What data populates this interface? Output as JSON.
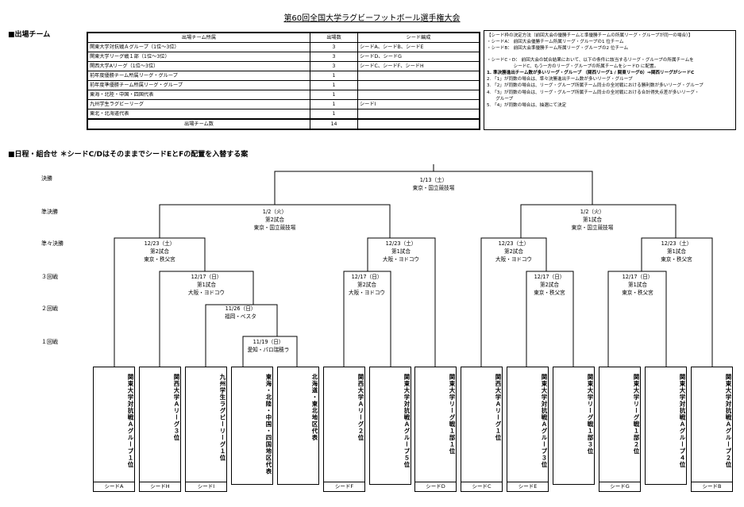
{
  "title": "第60回全国大学ラグビーフットボール選手権大会",
  "teams_section": {
    "heading": "■出場チーム",
    "headers": [
      "出場チーム所属",
      "出場数",
      "シード編成"
    ],
    "rows": [
      {
        "name": "関東大学対抗戦Ａグループ（1位～3位）",
        "count": "3",
        "seeds": "シードA、シードB、シードE"
      },
      {
        "name": "関東大学リーグ戦１部（1位～3位）",
        "count": "3",
        "seeds": "シードD、シードG"
      },
      {
        "name": "関西大学Aリーグ（1位～3位）",
        "count": "3",
        "seeds": "シードC、シードF、シードH"
      },
      {
        "name": "前年度優勝チーム所属リーグ・グループ",
        "count": "1",
        "seeds": ""
      },
      {
        "name": "前年度準優勝チーム所属リーグ・グループ",
        "count": "1",
        "seeds": ""
      },
      {
        "name": "東海・北陸・中国・四国代表",
        "count": "1",
        "seeds": ""
      },
      {
        "name": "九州学生ラグビーリーグ",
        "count": "1",
        "seeds": "シードI"
      },
      {
        "name": "東北・北海道代表",
        "count": "1",
        "seeds": ""
      }
    ],
    "total_label": "出場チーム数",
    "total_count": "14"
  },
  "notes": [
    "【シード枠の決定方法（前回大会の優勝チームと準優勝チームの所属リーグ・グループが同一の場合）】",
    "・シードA： 前回大会優勝チーム所属リーグ・グループの1 位チーム",
    "・シードB： 前回大会準優勝チーム所属リーグ・グループの2 位チーム",
    "",
    "・シードC・D： 前回大会の試合結果において、以下の条件に該当するリーグ・グループの所属チームを",
    "　　　　　　シードC、もう一方のリーグ・グループの所属チームをシードD に配置。",
    "1. 準決勝進出チーム数が多いリーグ・グループ （関西リーグ1 / 関東リーグ0）⇒関西リーグがシードC",
    "2. 「1」が同数の場合は、準々決勝進出チーム数が多いリーグ・グループ",
    "3. 「2」が同数の場合は、リーグ・グループ所属チーム同士の全対戦における勝利数が多いリーグ・グループ",
    "4. 「3」が同数の場合は、リーグ・グループ所属チーム同士の全対戦における合計得失点差が多いリーグ・",
    "　　グループ",
    "5. 「4」が同数の場合は、抽選にて決定"
  ],
  "schedule_heading": "■日程・組合せ ＊シードC/DはそのままでシードEとFの配置を入替する案",
  "rounds": [
    "決勝",
    "準決勝",
    "準々決勝",
    "３回戦",
    "２回戦",
    "１回戦"
  ],
  "matches": {
    "final": {
      "date": "1/13（土）",
      "venue": "東京・国立競技場"
    },
    "sf1": {
      "date": "1/2（火）",
      "game": "第2試合",
      "venue": "東京・国立競技場"
    },
    "sf2": {
      "date": "1/2（火）",
      "game": "第1試合",
      "venue": "東京・国立競技場"
    },
    "qf1": {
      "date": "12/23（土）",
      "game": "第2試合",
      "venue": "東京・秩父宮"
    },
    "qf2": {
      "date": "12/23（土）",
      "game": "第1試合",
      "venue": "大阪・ヨドコウ"
    },
    "qf3": {
      "date": "12/23（土）",
      "game": "第2試合",
      "venue": "大阪・ヨドコウ"
    },
    "qf4": {
      "date": "12/23（土）",
      "game": "第1試合",
      "venue": "東京・秩父宮"
    },
    "r3a": {
      "date": "12/17（日）",
      "game": "第1試合",
      "venue": "大阪・ヨドコウ"
    },
    "r3b": {
      "date": "12/17（日）",
      "game": "第2試合",
      "venue": "大阪・ヨドコウ"
    },
    "r3c": {
      "date": "12/17（日）",
      "game": "第2試合",
      "venue": "東京・秩父宮"
    },
    "r3d": {
      "date": "12/17（日）",
      "game": "第1試合",
      "venue": "東京・秩父宮"
    },
    "r2": {
      "date": "11/26（日）",
      "venue": "福岡・ベスタ"
    },
    "r1": {
      "date": "11/19（日）",
      "venue": "愛知・パロ瑞穂ラ"
    }
  },
  "bracket_teams": [
    {
      "name": "関東大学対抗戦Ａグループ１位",
      "seed": "シードA"
    },
    {
      "name": "関西大学Ａリーグ３位",
      "seed": "シードH"
    },
    {
      "name": "九州学生ラグビーリーグ１位",
      "seed": "シードI"
    },
    {
      "name": "東海・北陸・中国・四国地区代表",
      "seed": ""
    },
    {
      "name": "北海道・東北地区代表",
      "seed": ""
    },
    {
      "name": "関西大学Ａリーグ２位",
      "seed": "シードF"
    },
    {
      "name": "関東大学対抗戦Ａグループ５位",
      "seed": ""
    },
    {
      "name": "関東大学リーグ戦１部１位",
      "seed": "シードD"
    },
    {
      "name": "関西大学Ａリーグ１位",
      "seed": "シードC"
    },
    {
      "name": "関東大学対抗戦Ａグループ３位",
      "seed": "シードE"
    },
    {
      "name": "関東大学リーグ戦１部３位",
      "seed": ""
    },
    {
      "name": "関東大学リーグ戦１部２位",
      "seed": "シードG"
    },
    {
      "name": "関東大学対抗戦Ａグループ４位",
      "seed": ""
    },
    {
      "name": "関東大学対抗戦Ａグループ２位",
      "seed": "シードB"
    }
  ]
}
